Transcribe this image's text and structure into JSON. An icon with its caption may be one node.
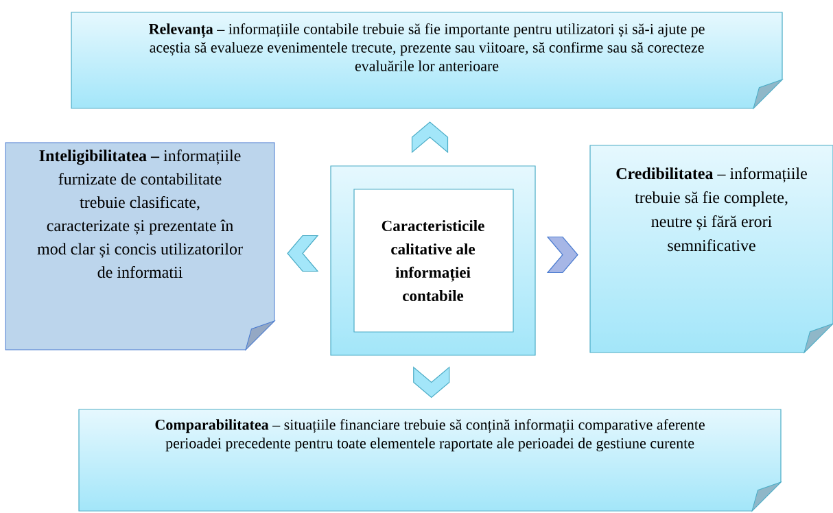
{
  "diagram": {
    "nodes": [
      {
        "text": [
          "**Relevanța** – informațiile contabile trebuie să fie importante pentru utilizatori și să-i ajute pe aceștia să evalueze evenimentele trecute, prezente sau viitoare, să confirme sau să corecteze evaluările lor anterioare"
        ]
      },
      {
        "text": [
          "**Inteligibilitatea –** informațiile furnizate de contabilitate trebuie clasificate, caracterizate și prezentate în mod clar și concis utilizatorilor de informatii"
        ]
      },
      {
        "text": [
          "Caracteristicile calitative ale informației contabile"
        ]
      },
      {
        "text": [
          "**Credibilitatea** – informațiile trebuie să fie complete, neutre și fără erori semnificative"
        ]
      },
      {
        "text": [
          "**Comparabilitatea** – situațiile financiare trebuie să conțină informații comparative aferente perioadei precedente pentru toate elementele raportate ale perioadei de gestiune curente"
        ]
      }
    ],
    "edges": [
      {
        "from": 2,
        "to": 0,
        "arrow": "to"
      },
      {
        "from": 2,
        "to": 1,
        "arrow": "to"
      },
      {
        "from": 2,
        "to": 3,
        "arrow": "to"
      },
      {
        "from": 2,
        "to": 4,
        "arrow": "to"
      }
    ]
  }
}
